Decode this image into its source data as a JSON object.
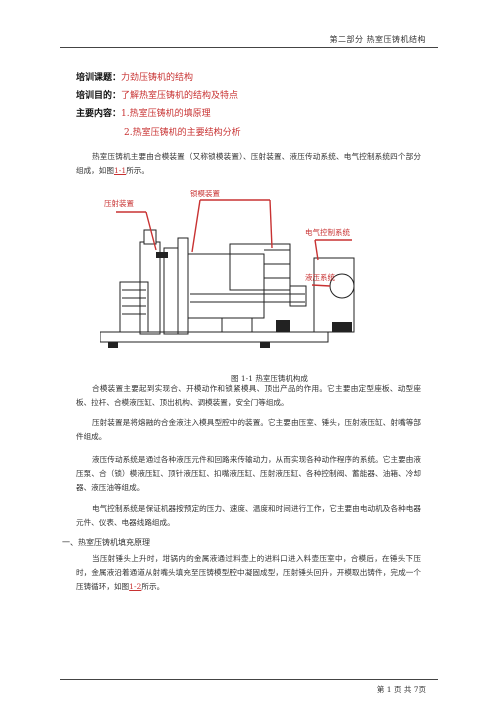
{
  "header": {
    "title": "第二部分 热室压铸机结构"
  },
  "meta": {
    "topic_label": "培训课题：",
    "topic_value": "力劲压铸机的结构",
    "purpose_label": "培训目的：",
    "purpose_value": "了解热室压铸机的结构及特点",
    "content_label": "主要内容：",
    "content_item1": "1.热室压铸机的填原理",
    "content_item2": "2.热室压铸机的主要结构分析"
  },
  "intro": {
    "text": "热室压铸机主要由合模装置（又称锁模装置）、压射装置、液压传动系统、电气控制系统四个部分组成，如图",
    "ref": "1-1",
    "tail": "所示。"
  },
  "figure": {
    "labels": {
      "injection": "压射装置",
      "clamping": "锁模装置",
      "electric": "电气控制系统",
      "hydraulic": "液压系统"
    },
    "caption": "图 1-1 热室压铸机构成"
  },
  "paragraphs": [
    "合模装置主要起到实现合、开模动作和锁紧模具、顶出产品的作用。它主要由定型座板、动型座板、拉杆、合模液压缸、顶出机构、调模装置，安全门等组成。",
    "压射装置是将熔融的合金液注入模具型腔中的装置。它主要由压室、锤头，压射液压缸、射嘴等部件组成。",
    "液压传动系统是通过各种液压元件和回路来传输动力，从而实现各种动作程序的系统。它主要由液压泵、合（锁）模液压缸、顶针液压缸、扣嘴液压缸、压射液压缸、各种控制阀、蓄能器、油箱、冷却器、液压油等组成。",
    "电气控制系统是保证机器按预定的压力、速度、温度和时间进行工作，它主要由电动机及各种电器元件、仪表、电器线路组成。"
  ],
  "section1": {
    "title": "一、热室压铸机填充原理"
  },
  "principle": {
    "text": "当压射锤头上升时，坩锅内的金属液通过料壶上的进料口进入料壶压室中，合模后，在锤头下压时，金属液沿着通道从射嘴头填充至压铸模型腔中凝固成型，压射锤头回升，开模取出铸件，完成一个压铸循环，如图",
    "ref": "1-2",
    "tail": "所示。"
  },
  "footer": {
    "text": "第 1 页 共 7页"
  }
}
